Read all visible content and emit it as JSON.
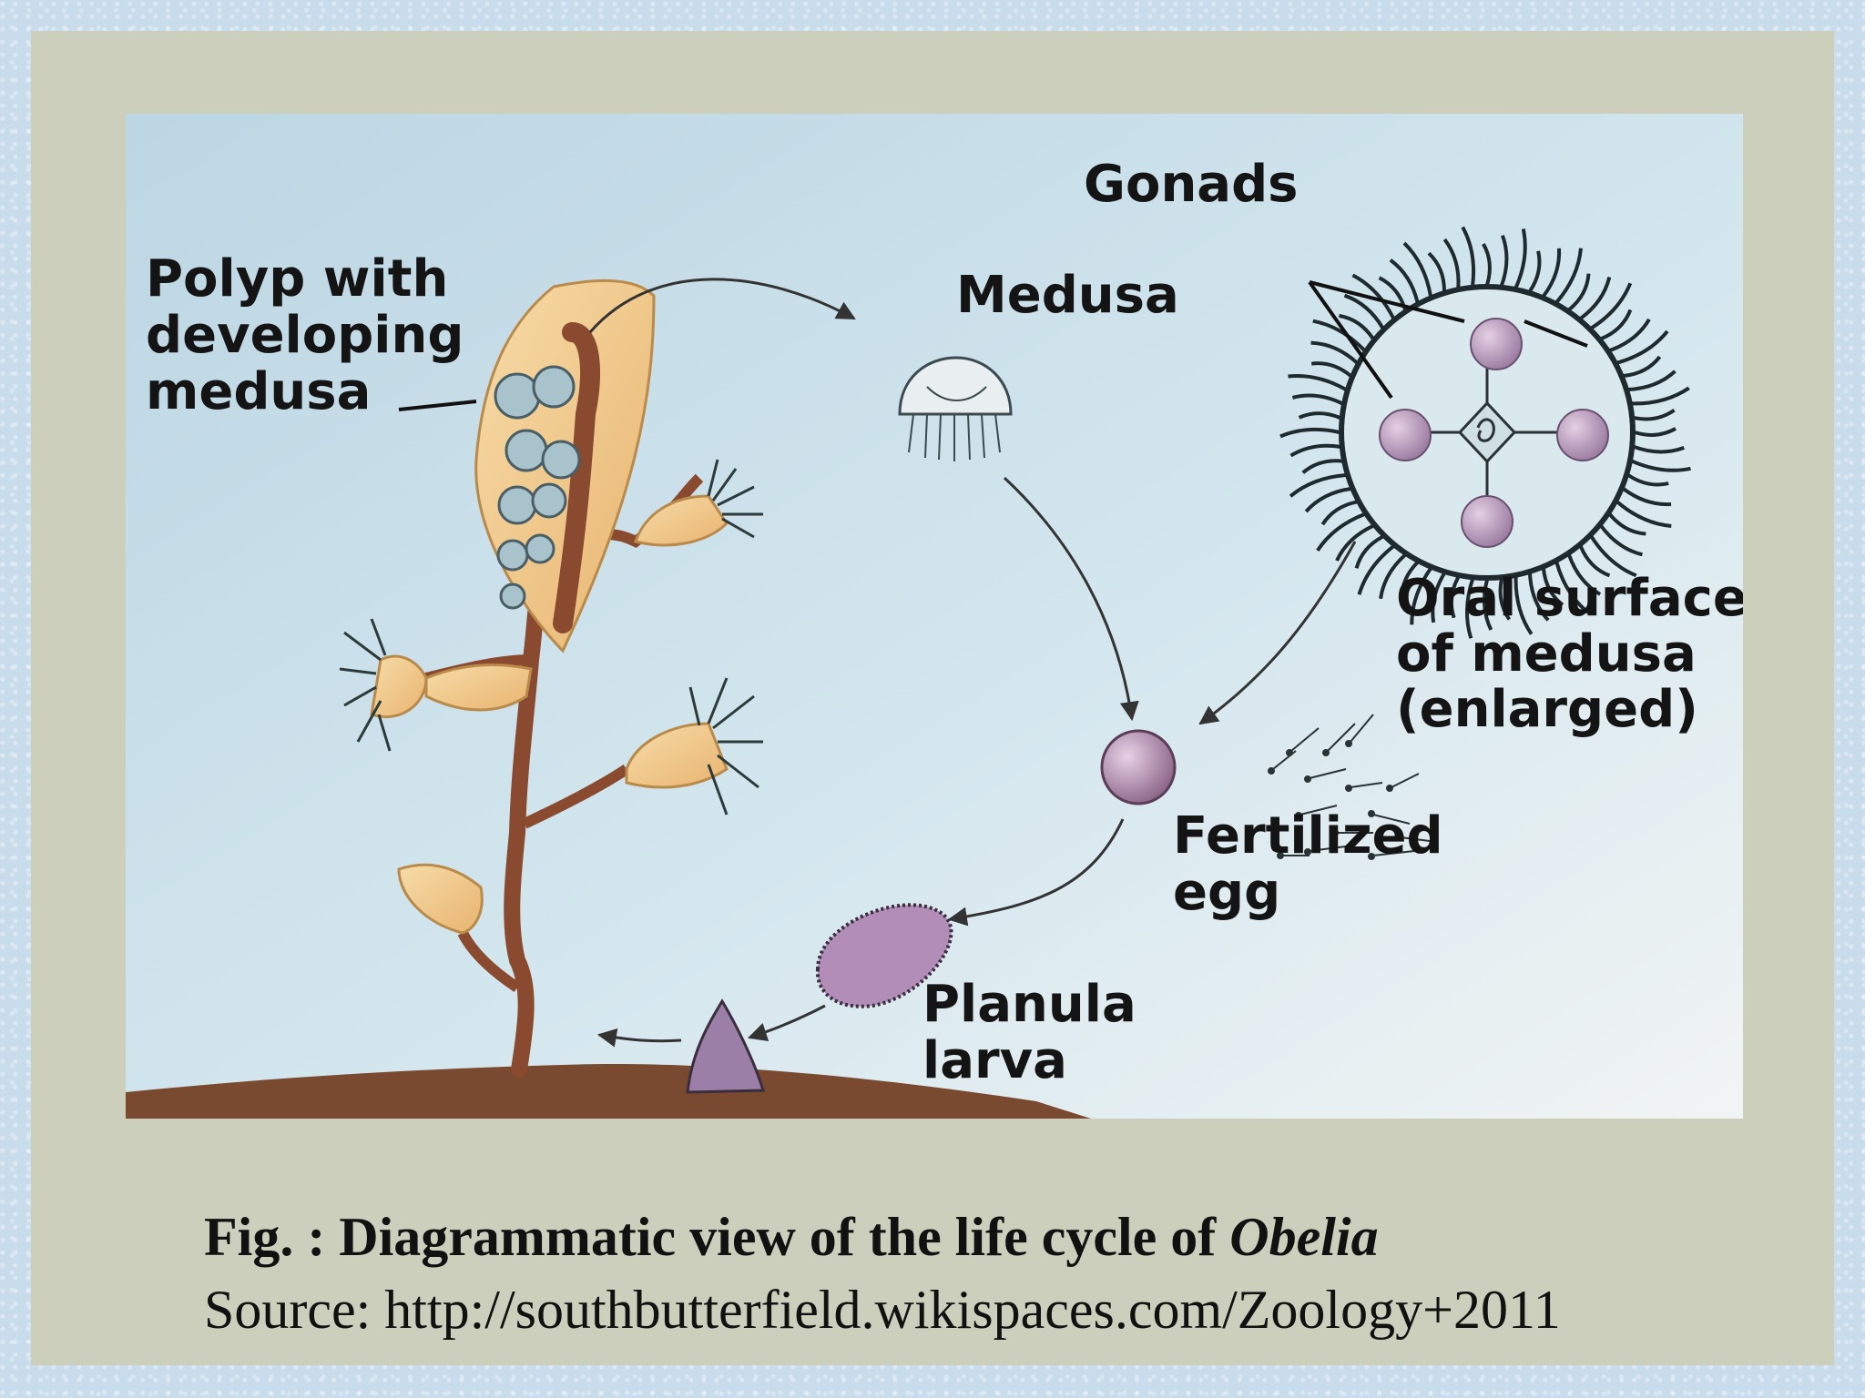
{
  "diagram": {
    "labels": {
      "polyp": [
        "Polyp with",
        "developing",
        "medusa"
      ],
      "medusa": "Medusa",
      "gonads": "Gonads",
      "oral_surface": [
        "Oral surface",
        "of medusa",
        "(enlarged)"
      ],
      "fertilized_egg": [
        "Fertilized",
        "egg"
      ],
      "planula_larva": [
        "Planula",
        "larva"
      ]
    }
  },
  "caption": {
    "prefix": "Fig. : Diagrammatic view of the life cycle of ",
    "organism": "Obelia",
    "source": "Source: http://southbutterfield.wikispaces.com/Zoology+2011"
  },
  "colors": {
    "slide_background": "#c9dcec",
    "panel": "#cdcfbd",
    "water": "#cfe3ec",
    "stalk": "#8a4a30",
    "polyp_cup": "#f2c98a",
    "gonad": "#b79ab8",
    "egg": "#a07a9c"
  }
}
